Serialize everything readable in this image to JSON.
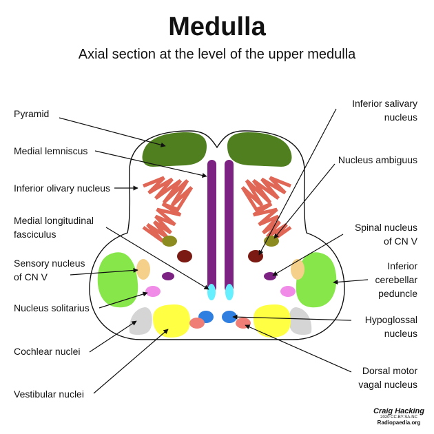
{
  "title": "Medulla",
  "subtitle": "Axial section at the level of the upper medulla",
  "labels": {
    "pyramid": "Pyramid",
    "medial_lemniscus": "Medial lemniscus",
    "inferior_olivary": "Inferior olivary nucleus",
    "mlf_line1": "Medial longitudinal",
    "mlf_line2": "fasciculus",
    "sensory_cnv_line1": "Sensory nucleus",
    "sensory_cnv_line2": "of CN V",
    "nucleus_solitarius": "Nucleus solitarius",
    "cochlear": "Cochlear nuclei",
    "vestibular": "Vestibular nuclei",
    "inf_salivary_line1": "Inferior salivary",
    "inf_salivary_line2": "nucleus",
    "ambiguus": "Nucleus ambiguus",
    "spinal_cnv_line1": "Spinal nucleus",
    "spinal_cnv_line2": "of CN V",
    "icp_line1": "Inferior",
    "icp_line2": "cerebellar",
    "icp_line3": "peduncle",
    "hypoglossal_line1": "Hypoglossal",
    "hypoglossal_line2": "nucleus",
    "dorsal_motor_line1": "Dorsal motor",
    "dorsal_motor_line2": "vagal nucleus"
  },
  "credit": {
    "author": "Craig Hacking",
    "license": "2020 CC-BY-SA-NC",
    "site": "Radiopaedia.org"
  },
  "colors": {
    "pyramid": "#4f7f1f",
    "lemniscus": "#7b2283",
    "olive": "#e06656",
    "ambiguus": "#8b8b1f",
    "salivary": "#7a1a12",
    "icp": "#86e64a",
    "sensory_cnv": "#f5d08a",
    "spinal_cnv_dot": "#7b2283",
    "solitarius": "#f08be8",
    "mlf": "#66f0ff",
    "hypoglossal": "#2f7fe0",
    "dorsal_motor": "#ef7f76",
    "vestibular": "#ffff44",
    "cochlear": "#d5d5d5"
  }
}
